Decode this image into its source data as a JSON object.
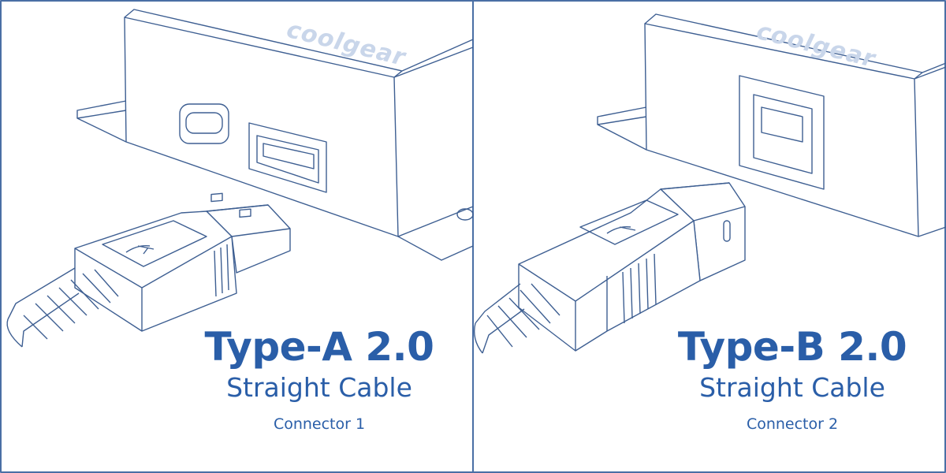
{
  "colors": {
    "text": "#2a5ea8",
    "line": "#3e5f92",
    "logo": "#c9d6ea",
    "border": "#4a6fa5"
  },
  "logo_text": "coolgear",
  "panels": [
    {
      "title": "Type-A 2.0",
      "subtitle": "Straight Cable",
      "caption": "Connector 1"
    },
    {
      "title": "Type-B 2.0",
      "subtitle": "Straight Cable",
      "caption": "Connector 2"
    }
  ]
}
